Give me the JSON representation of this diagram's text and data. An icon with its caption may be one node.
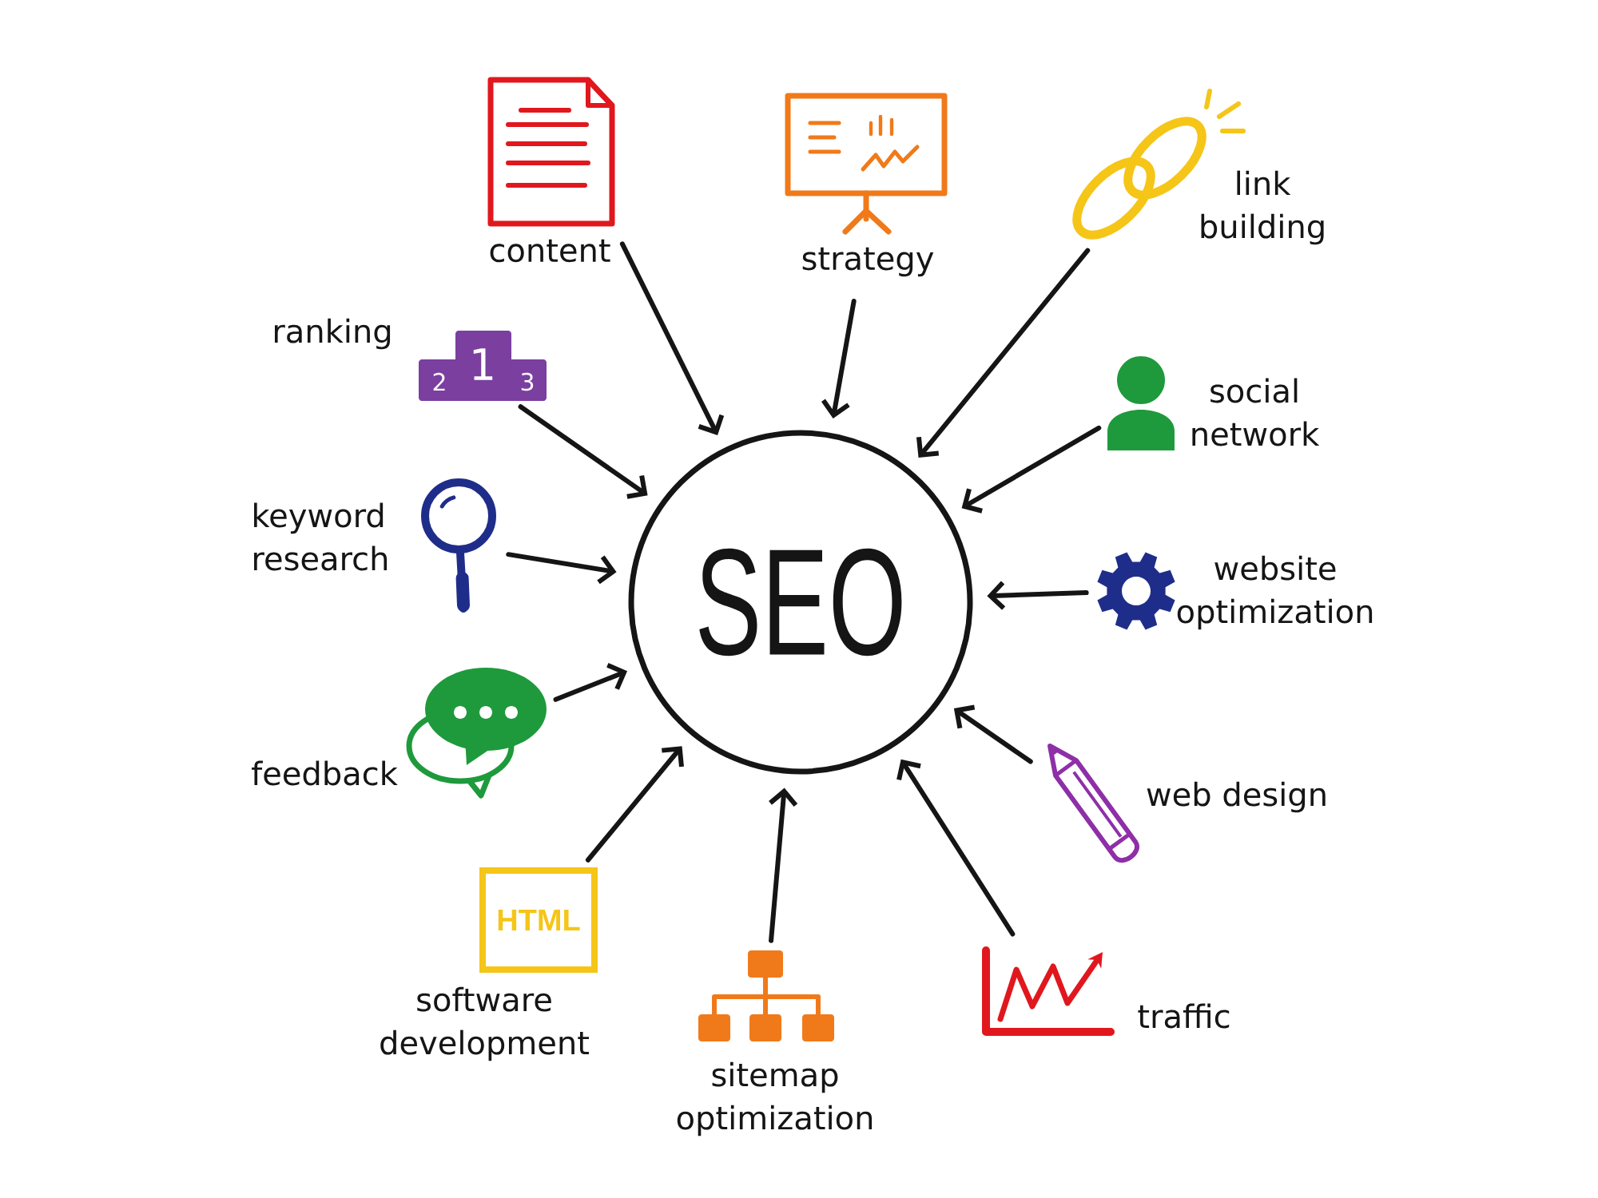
{
  "diagram": {
    "nodes": [
      {
        "text": [
          "SEO"
        ]
      },
      {
        "text": [],
        "shape": "picture",
        "beside": [
          "content"
        ]
      },
      {
        "text": [],
        "shape": "picture",
        "beside": [
          "strategy"
        ]
      },
      {
        "text": [],
        "shape": "picture",
        "beside": [
          "link building"
        ]
      },
      {
        "text": [
          "2",
          "1",
          "3"
        ],
        "beside": [
          "ranking"
        ]
      },
      {
        "text": [],
        "shape": "picture",
        "beside": [
          "social network"
        ]
      },
      {
        "text": [],
        "shape": "picture",
        "beside": [
          "keyword research"
        ]
      },
      {
        "text": [],
        "shape": "picture",
        "beside": [
          "website optimization"
        ]
      },
      {
        "text": [],
        "shape": "picture",
        "beside": [
          "feedback"
        ]
      },
      {
        "text": [],
        "shape": "picture",
        "beside": [
          "web design"
        ]
      },
      {
        "text": [
          "HTML"
        ],
        "beside": [
          "software development"
        ]
      },
      {
        "text": [],
        "shape": "picture",
        "beside": [
          "sitemap optimization"
        ]
      },
      {
        "text": [],
        "shape": "picture",
        "beside": [
          "traffic"
        ]
      }
    ],
    "edges": [
      {
        "from": 1,
        "to": 0,
        "arrow": "to"
      },
      {
        "from": 2,
        "to": 0,
        "arrow": "to"
      },
      {
        "from": 3,
        "to": 0,
        "arrow": "to"
      },
      {
        "from": 4,
        "to": 0,
        "arrow": "to"
      },
      {
        "from": 5,
        "to": 0,
        "arrow": "to"
      },
      {
        "from": 6,
        "to": 0,
        "arrow": "to"
      },
      {
        "from": 7,
        "to": 0,
        "arrow": "to"
      },
      {
        "from": 8,
        "to": 0,
        "arrow": "to"
      },
      {
        "from": 9,
        "to": 0,
        "arrow": "to"
      },
      {
        "from": 10,
        "to": 0,
        "arrow": "to"
      },
      {
        "from": 11,
        "to": 0,
        "arrow": "to"
      },
      {
        "from": 12,
        "to": 0,
        "arrow": "to"
      }
    ]
  }
}
